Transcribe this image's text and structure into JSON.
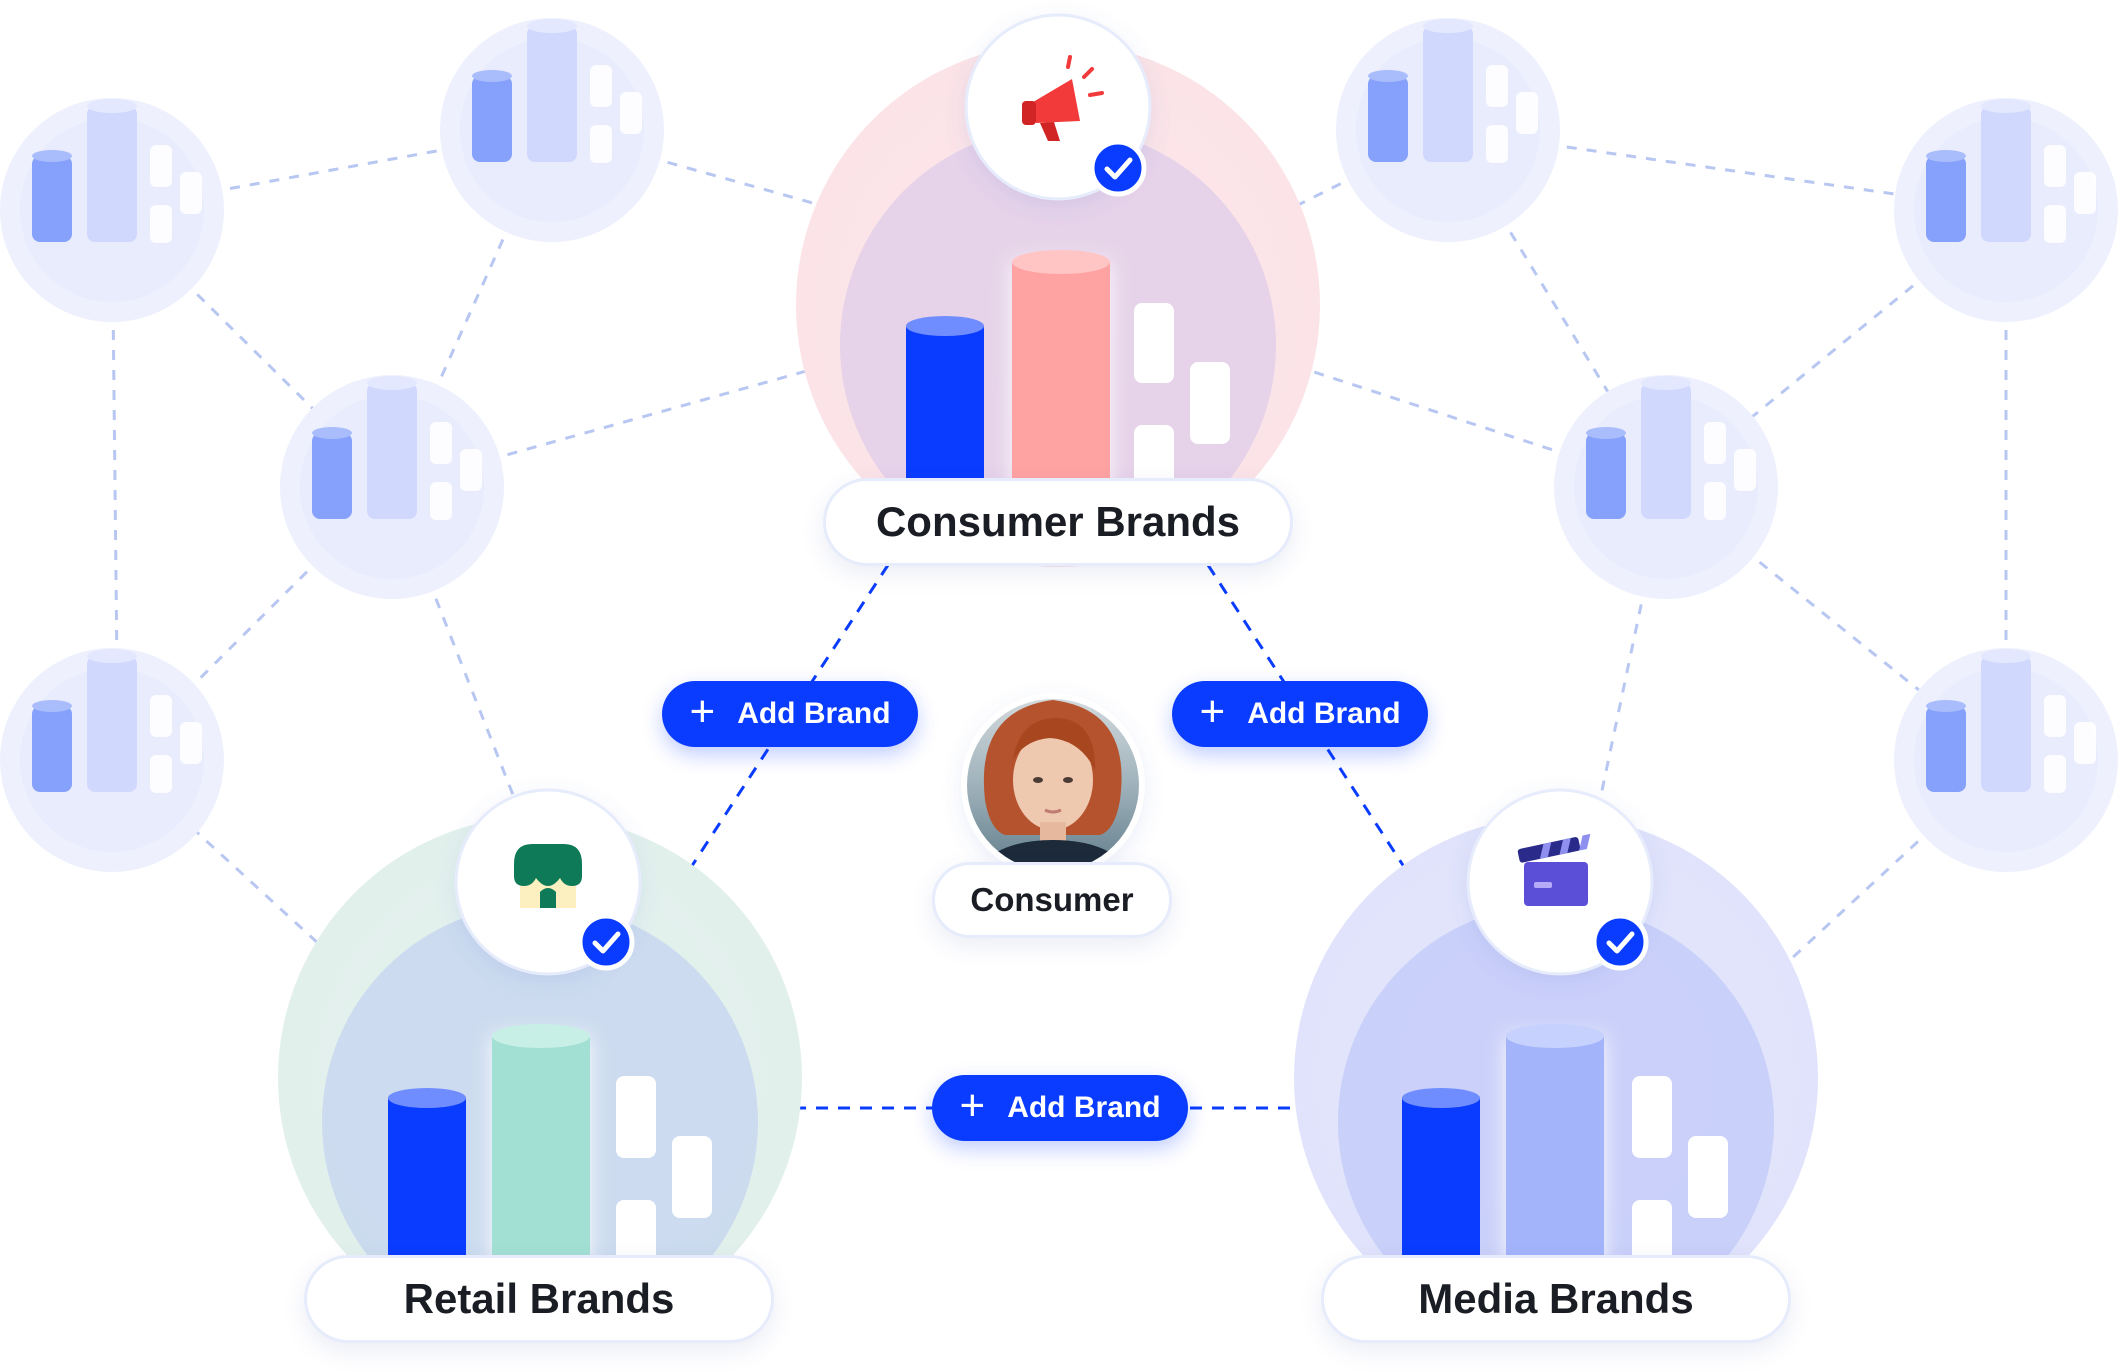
{
  "hubs": {
    "consumer_brands": {
      "label": "Consumer Brands"
    },
    "retail_brands": {
      "label": "Retail Brands"
    },
    "media_brands": {
      "label": "Media Brands"
    }
  },
  "center": {
    "label": "Consumer"
  },
  "buttons": {
    "add_left": {
      "plus": "+",
      "label": "Add Brand"
    },
    "add_right": {
      "plus": "+",
      "label": "Add Brand"
    },
    "add_bottom": {
      "plus": "+",
      "label": "Add Brand"
    }
  },
  "colors": {
    "accent": "#0a3cff",
    "consumer_bar": "#ffa2a2",
    "retail_bar": "#a3e0d4",
    "media_bar": "#a3b4fb",
    "dashed_line": "#b8c7f2"
  },
  "icons": {
    "consumer": "megaphone-icon",
    "retail": "storefront-icon",
    "media": "clapperboard-icon",
    "verified": "check-badge-icon"
  }
}
